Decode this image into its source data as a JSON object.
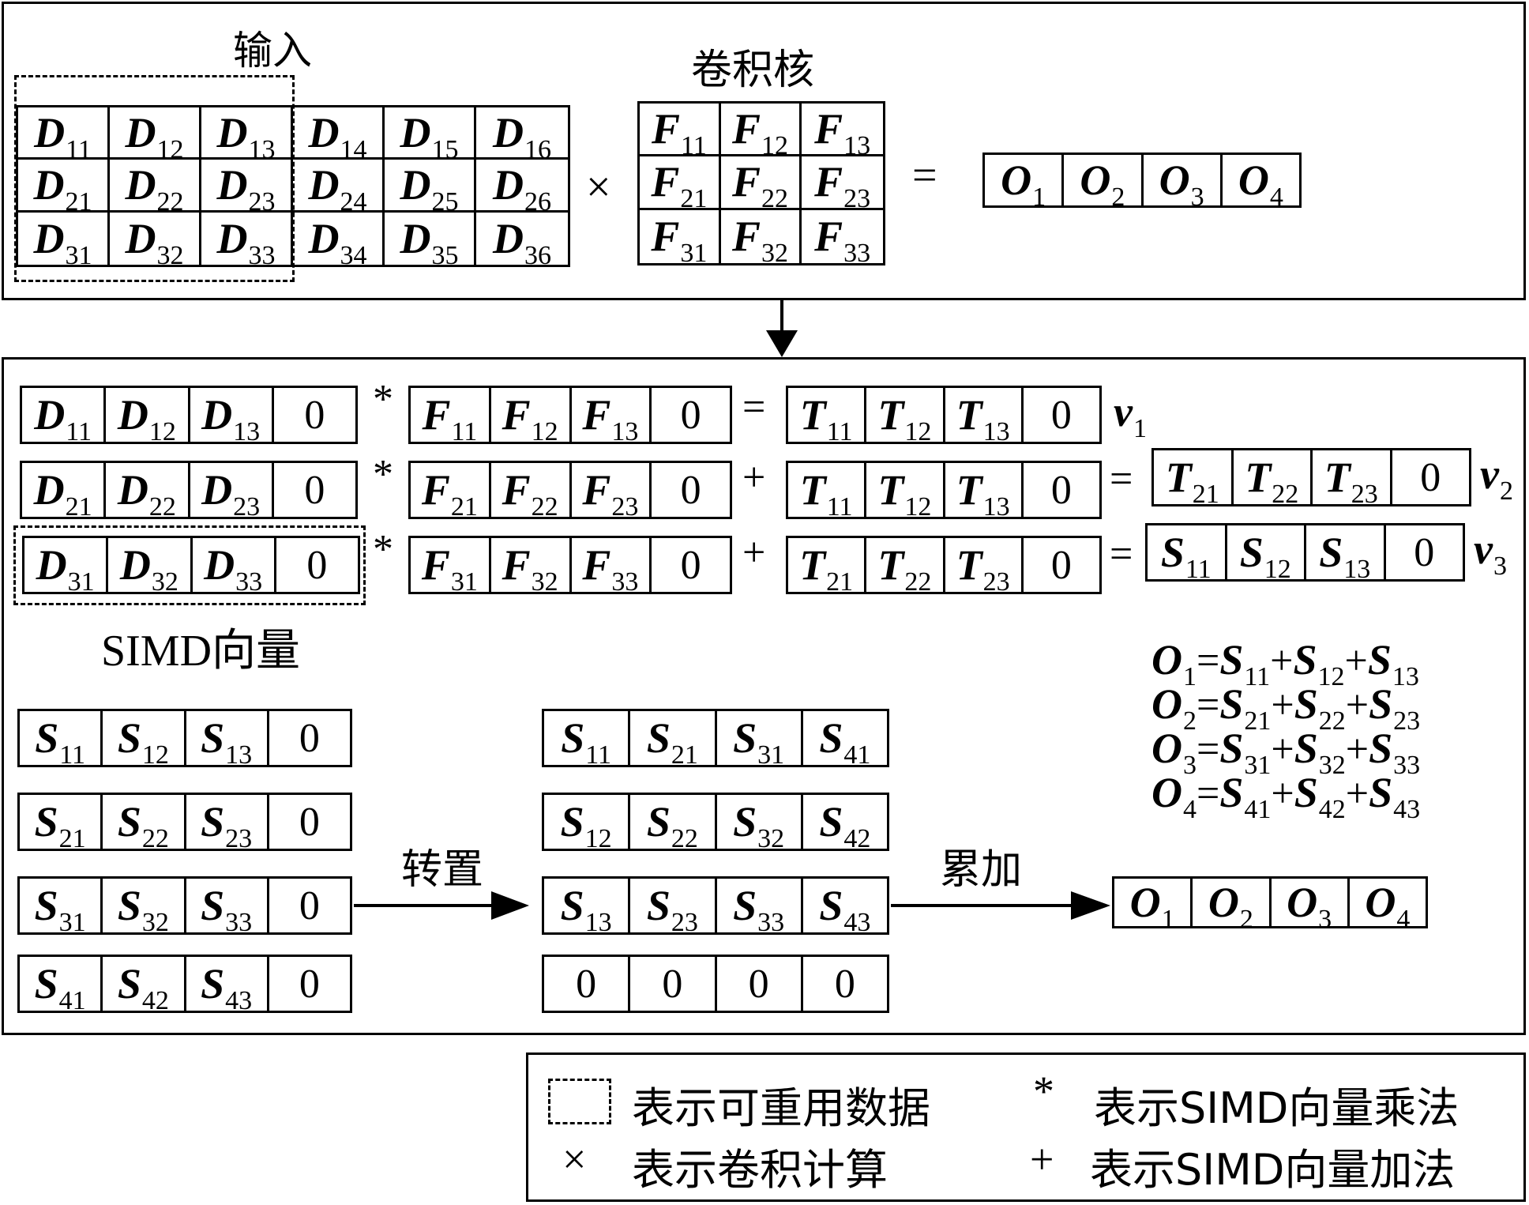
{
  "top": {
    "input_label": "输入",
    "kernel_label": "卷积核",
    "times_symbol": "×",
    "equals_symbol": "=",
    "input_matrix": [
      [
        {
          "v": "D",
          "s": "11"
        },
        {
          "v": "D",
          "s": "12"
        },
        {
          "v": "D",
          "s": "13"
        },
        {
          "v": "D",
          "s": "14"
        },
        {
          "v": "D",
          "s": "15"
        },
        {
          "v": "D",
          "s": "16"
        }
      ],
      [
        {
          "v": "D",
          "s": "21"
        },
        {
          "v": "D",
          "s": "22"
        },
        {
          "v": "D",
          "s": "23"
        },
        {
          "v": "D",
          "s": "24"
        },
        {
          "v": "D",
          "s": "25"
        },
        {
          "v": "D",
          "s": "26"
        }
      ],
      [
        {
          "v": "D",
          "s": "31"
        },
        {
          "v": "D",
          "s": "32"
        },
        {
          "v": "D",
          "s": "33"
        },
        {
          "v": "D",
          "s": "34"
        },
        {
          "v": "D",
          "s": "35"
        },
        {
          "v": "D",
          "s": "36"
        }
      ]
    ],
    "kernel_matrix": [
      [
        {
          "v": "F",
          "s": "11"
        },
        {
          "v": "F",
          "s": "12"
        },
        {
          "v": "F",
          "s": "13"
        }
      ],
      [
        {
          "v": "F",
          "s": "21"
        },
        {
          "v": "F",
          "s": "22"
        },
        {
          "v": "F",
          "s": "23"
        }
      ],
      [
        {
          "v": "F",
          "s": "31"
        },
        {
          "v": "F",
          "s": "32"
        },
        {
          "v": "F",
          "s": "33"
        }
      ]
    ],
    "output_vector": [
      {
        "v": "O",
        "s": "1"
      },
      {
        "v": "O",
        "s": "2"
      },
      {
        "v": "O",
        "s": "3"
      },
      {
        "v": "O",
        "s": "4"
      }
    ]
  },
  "middle": {
    "mult_symbol": "*",
    "plus_symbol": "+",
    "equals_symbol": "=",
    "simd_label": "SIMD向量",
    "rows": [
      {
        "d": [
          {
            "v": "D",
            "s": "11"
          },
          {
            "v": "D",
            "s": "12"
          },
          {
            "v": "D",
            "s": "13"
          },
          {
            "z": "0"
          }
        ],
        "f": [
          {
            "v": "F",
            "s": "11"
          },
          {
            "v": "F",
            "s": "12"
          },
          {
            "v": "F",
            "s": "13"
          },
          {
            "z": "0"
          }
        ],
        "add": null,
        "result": [
          {
            "v": "T",
            "s": "11"
          },
          {
            "v": "T",
            "s": "12"
          },
          {
            "v": "T",
            "s": "13"
          },
          {
            "z": "0"
          }
        ],
        "v_label": {
          "v": "v",
          "s": "1"
        }
      },
      {
        "d": [
          {
            "v": "D",
            "s": "21"
          },
          {
            "v": "D",
            "s": "22"
          },
          {
            "v": "D",
            "s": "23"
          },
          {
            "z": "0"
          }
        ],
        "f": [
          {
            "v": "F",
            "s": "21"
          },
          {
            "v": "F",
            "s": "22"
          },
          {
            "v": "F",
            "s": "23"
          },
          {
            "z": "0"
          }
        ],
        "add": [
          {
            "v": "T",
            "s": "11"
          },
          {
            "v": "T",
            "s": "12"
          },
          {
            "v": "T",
            "s": "13"
          },
          {
            "z": "0"
          }
        ],
        "result": [
          {
            "v": "T",
            "s": "21"
          },
          {
            "v": "T",
            "s": "22"
          },
          {
            "v": "T",
            "s": "23"
          },
          {
            "z": "0"
          }
        ],
        "v_label": {
          "v": "v",
          "s": "2"
        }
      },
      {
        "d": [
          {
            "v": "D",
            "s": "31"
          },
          {
            "v": "D",
            "s": "32"
          },
          {
            "v": "D",
            "s": "33"
          },
          {
            "z": "0"
          }
        ],
        "f": [
          {
            "v": "F",
            "s": "31"
          },
          {
            "v": "F",
            "s": "32"
          },
          {
            "v": "F",
            "s": "33"
          },
          {
            "z": "0"
          }
        ],
        "add": [
          {
            "v": "T",
            "s": "21"
          },
          {
            "v": "T",
            "s": "22"
          },
          {
            "v": "T",
            "s": "23"
          },
          {
            "z": "0"
          }
        ],
        "result": [
          {
            "v": "S",
            "s": "11"
          },
          {
            "v": "S",
            "s": "12"
          },
          {
            "v": "S",
            "s": "13"
          },
          {
            "z": "0"
          }
        ],
        "v_label": {
          "v": "v",
          "s": "3"
        }
      }
    ],
    "equations": [
      [
        {
          "v": "O",
          "s": "1"
        },
        {
          "t": "="
        },
        {
          "v": "S",
          "s": "11"
        },
        {
          "t": "+"
        },
        {
          "v": "S",
          "s": "12"
        },
        {
          "t": "+"
        },
        {
          "v": "S",
          "s": "13"
        }
      ],
      [
        {
          "v": "O",
          "s": "2"
        },
        {
          "t": "="
        },
        {
          "v": "S",
          "s": "21"
        },
        {
          "t": "+"
        },
        {
          "v": "S",
          "s": "22"
        },
        {
          "t": "+"
        },
        {
          "v": "S",
          "s": "23"
        }
      ],
      [
        {
          "v": "O",
          "s": "3"
        },
        {
          "t": "="
        },
        {
          "v": "S",
          "s": "31"
        },
        {
          "t": "+"
        },
        {
          "v": "S",
          "s": "32"
        },
        {
          "t": "+"
        },
        {
          "v": "S",
          "s": "33"
        }
      ],
      [
        {
          "v": "O",
          "s": "4"
        },
        {
          "t": "="
        },
        {
          "v": "S",
          "s": "41"
        },
        {
          "t": "+"
        },
        {
          "v": "S",
          "s": "42"
        },
        {
          "t": "+"
        },
        {
          "v": "S",
          "s": "43"
        }
      ]
    ],
    "transpose_label": "转置",
    "accumulate_label": "累加",
    "before_transpose": [
      [
        {
          "v": "S",
          "s": "11"
        },
        {
          "v": "S",
          "s": "12"
        },
        {
          "v": "S",
          "s": "13"
        },
        {
          "z": "0"
        }
      ],
      [
        {
          "v": "S",
          "s": "21"
        },
        {
          "v": "S",
          "s": "22"
        },
        {
          "v": "S",
          "s": "23"
        },
        {
          "z": "0"
        }
      ],
      [
        {
          "v": "S",
          "s": "31"
        },
        {
          "v": "S",
          "s": "32"
        },
        {
          "v": "S",
          "s": "33"
        },
        {
          "z": "0"
        }
      ],
      [
        {
          "v": "S",
          "s": "41"
        },
        {
          "v": "S",
          "s": "42"
        },
        {
          "v": "S",
          "s": "43"
        },
        {
          "z": "0"
        }
      ]
    ],
    "after_transpose": [
      [
        {
          "v": "S",
          "s": "11"
        },
        {
          "v": "S",
          "s": "21"
        },
        {
          "v": "S",
          "s": "31"
        },
        {
          "v": "S",
          "s": "41"
        }
      ],
      [
        {
          "v": "S",
          "s": "12"
        },
        {
          "v": "S",
          "s": "22"
        },
        {
          "v": "S",
          "s": "32"
        },
        {
          "v": "S",
          "s": "42"
        }
      ],
      [
        {
          "v": "S",
          "s": "13"
        },
        {
          "v": "S",
          "s": "23"
        },
        {
          "v": "S",
          "s": "33"
        },
        {
          "v": "S",
          "s": "43"
        }
      ],
      [
        {
          "z": "0"
        },
        {
          "z": "0"
        },
        {
          "z": "0"
        },
        {
          "z": "0"
        }
      ]
    ],
    "final_output": [
      {
        "v": "O",
        "s": "1"
      },
      {
        "v": "O",
        "s": "2"
      },
      {
        "v": "O",
        "s": "3"
      },
      {
        "v": "O",
        "s": "4"
      }
    ]
  },
  "legend": {
    "reusable_data": "表示可重用数据",
    "simd_mult_symbol": "*",
    "simd_mult": "表示SIMD向量乘法",
    "conv_symbol": "×",
    "conv": "表示卷积计算",
    "simd_add_symbol": "+",
    "simd_add": "表示SIMD向量加法"
  }
}
